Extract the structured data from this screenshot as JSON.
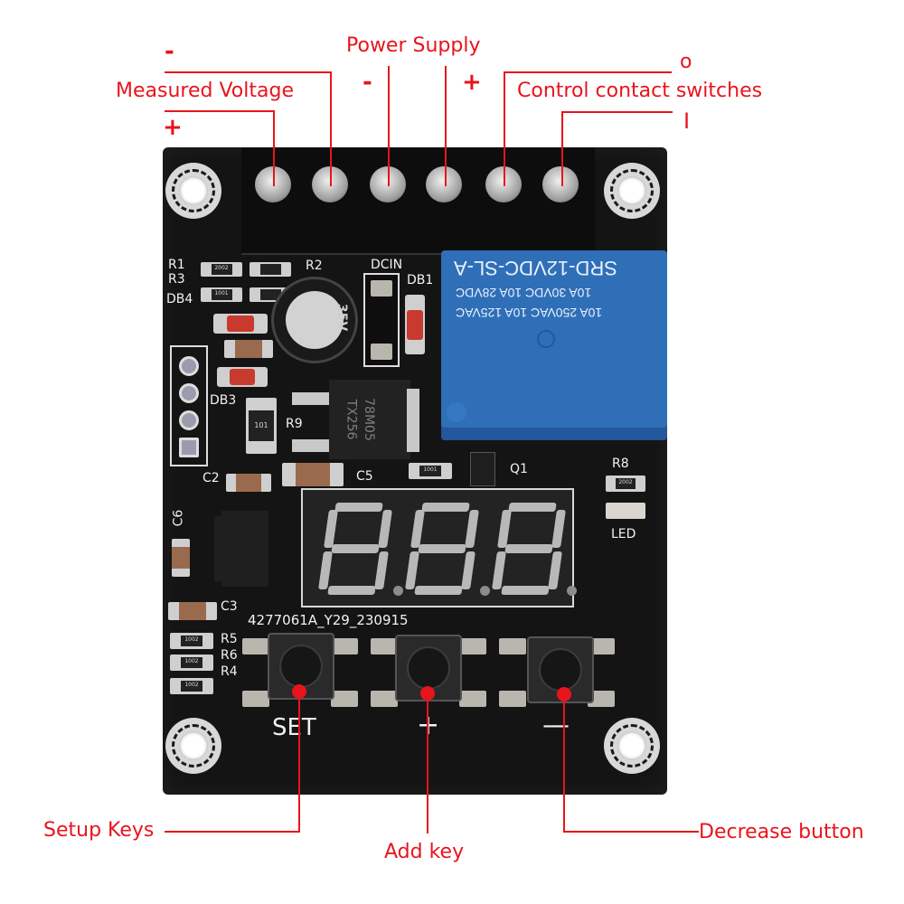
{
  "labels": {
    "power_supply": "Power Supply",
    "measured_voltage": "Measured Voltage",
    "control_contact_switches": "Control contact switches",
    "setup_keys": "Setup Keys",
    "add_key": "Add key",
    "decrease_button": "Decrease button"
  },
  "symbols": {
    "measured_minus": "-",
    "measured_plus": "+",
    "power_minus": "-",
    "power_plus": "+",
    "contact_open": "o",
    "contact_closed": "I"
  },
  "board": {
    "silkscreen": {
      "r1": "R1",
      "r3": "R3",
      "db4": "DB4",
      "r2": "R2",
      "dcin": "DCIN",
      "db1": "DB1",
      "db3": "DB3",
      "r9": "R9",
      "c2": "C2",
      "c5": "C5",
      "c6": "C6",
      "c3": "C3",
      "q1": "Q1",
      "r8": "R8",
      "led": "LED",
      "r5": "R5",
      "r6": "R6",
      "r4": "R4",
      "board_code": "4277061A_Y29_230915",
      "set": "SET",
      "plus": "+",
      "minus": "—"
    },
    "relay": {
      "model": "SRD-12VDC-SL-A",
      "rating_1": "10A 30VDC  10A 28VDC",
      "rating_2": "10A 250VAC  10A 125VAC"
    },
    "regulator": {
      "line1": "78M05",
      "line2": "TX256"
    },
    "capacitor_mark": "35V",
    "resistor_codes": {
      "r1": "2002",
      "r3": "1001",
      "r9": "101",
      "q_res": "1001",
      "r8": "2002",
      "r5": "1002",
      "r6": "1002",
      "r4": "1002"
    },
    "display": {
      "digits": [
        "8.",
        "8.",
        "8."
      ]
    }
  },
  "colors": {
    "annotation_red": "#e8141c",
    "pcb_black": "#141414",
    "relay_blue": "#2f6fb8",
    "silk_white": "#f2f2f2"
  }
}
